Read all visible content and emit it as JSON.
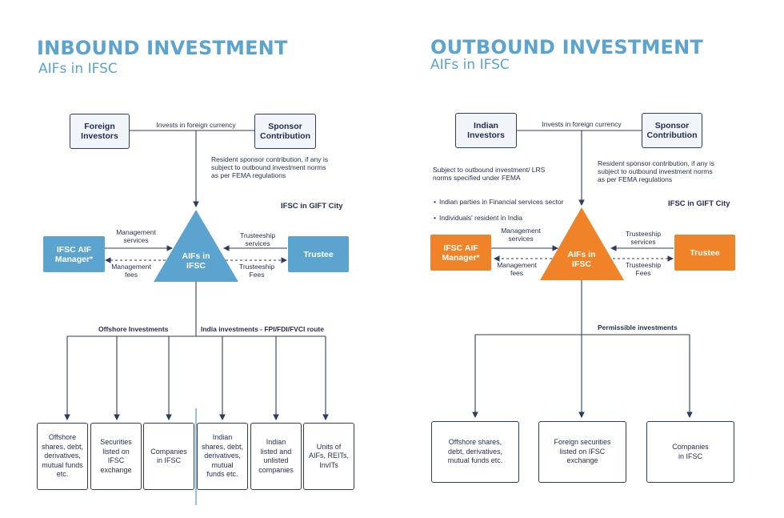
{
  "inbound": {
    "title": "INBOUND INVESTMENT",
    "subtitle": "AIFs in IFSC",
    "investors": "Foreign\nInvestors",
    "sponsor": "Sponsor\nContribution",
    "invests_label": "Invests in foreign currency",
    "sponsor_note": "Resident sponsor contribution, if any is\nsubject to outbound investment norms\nas per FEMA regulations",
    "ifsc_label": "IFSC in GIFT City",
    "manager": "IFSC AIF\nManager*",
    "trustee": "Trustee",
    "aif": "AIFs in\nIFSC",
    "mgmt_services": "Management\nservices",
    "mgmt_fees": "Management\nfees",
    "trust_services": "Trusteeship\nservices",
    "trust_fees": "Trusteeship\nFees",
    "offshore_label": "Offshore Investments",
    "india_label": "India investments - FPI/FDI/FVCI route",
    "targets": [
      "Offshore\nshares, debt,\nderivatives,\nmutual funds\netc.",
      "Securities\nlisted on IFSC\nexchange",
      "Companies\nin IFSC",
      "Indian\nshares, debt,\nderivatives,\nmutual\nfunds etc.",
      "Indian\nlisted and\nunlisted\ncompanies",
      "Units of\nAIFs, REITs,\nInvITs"
    ]
  },
  "outbound": {
    "title": "OUTBOUND INVESTMENT",
    "subtitle": "AIFs in IFSC",
    "investors": "Indian\nInvestors",
    "sponsor": "Sponsor\nContribution",
    "invests_label": "Invests in foreign currency",
    "investor_note": "Subject to outbound investment/ LRS\nnorms specified under FEMA",
    "investor_bullets": [
      "Indian parties in Financial services sector",
      "Individuals' resident in India"
    ],
    "sponsor_note": "Resident sponsor contribution, if any is\nsubject to outbound investment norms\nas per FEMA regulations",
    "ifsc_label": "IFSC in GIFT City",
    "manager": "IFSC AIF\nManager*",
    "trustee": "Trustee",
    "aif": "AIFs in\nIFSC",
    "mgmt_services": "Management\nservices",
    "mgmt_fees": "Management\nfees",
    "trust_services": "Trusteeship\nservices",
    "trust_fees": "Trusteeship\nFees",
    "permissible_label": "Permissible investments",
    "targets": [
      "Offshore shares,\ndebt, derivatives,\nmutual funds etc.",
      "Foreign securities\nlisted on IFSC\nexchange",
      "Companies\nin IFSC"
    ]
  },
  "colors": {
    "blue": "#5aa4cf",
    "orange": "#f08327",
    "navy": "#2d3d5e"
  }
}
